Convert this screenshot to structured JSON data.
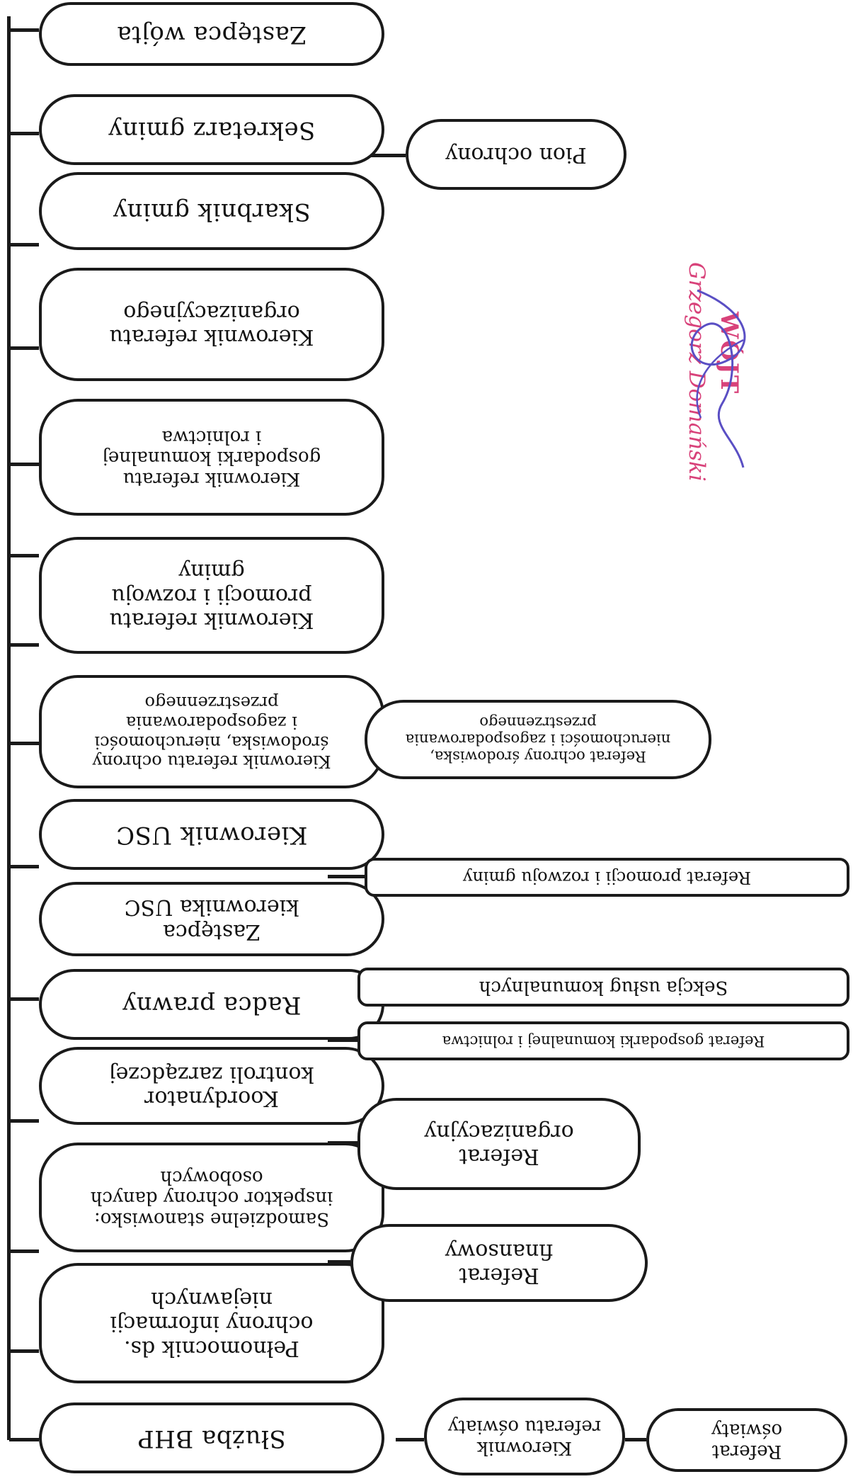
{
  "org_chart": {
    "column_main": [
      "Służba BHP",
      "Pełnomocnik ds.\nochrony informacji\nniejawnych",
      "Samodzielne stanowisko:\ninspektor ochrony danych\nosobowych",
      "Koordynator\nkontroli zarządczej",
      "Radca prawny",
      "Zastępca\nkierownika USC",
      "Kierownik USC",
      "Kierownik referatu ochrony\nśrodowiska, nieruchomości\ni zagospodarowania\nprzestrzennego",
      "Kierownik referatu\npromocji i rozwoju\ngminy",
      "Kierownik referatu\ngospodarki komunalnej\ni rolnictwa",
      "Kierownik referatu\norganizacyjnego",
      "Skarbnik gminy",
      "Sekretarz gminy",
      "Zastępca wójta"
    ],
    "column_sub": [
      "Pion ochrony",
      "Referat ochrony środowiska,\nnieruchomości i zagospodarowania\nprzestrzennego",
      "Referat promocji i rozwoju gminy",
      "Sekcja usług komunalnych",
      "Referat gospodarki komunalnej i rolnictwa",
      "Referat\norganizacyjny",
      "Referat\nfinansowy",
      "Kierownik\nreferatu oświaty",
      "Referat\noświaty"
    ],
    "stamp": {
      "title": "WÓJT",
      "name": "Grzegorz Domański",
      "ink_color": "#d8427a",
      "signature_color": "#5a4fc4"
    }
  }
}
